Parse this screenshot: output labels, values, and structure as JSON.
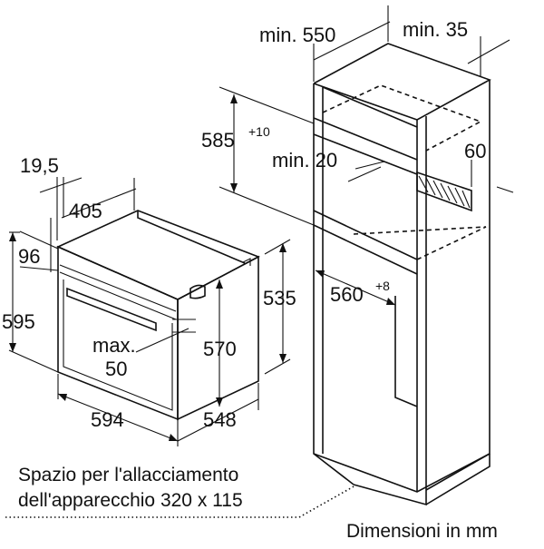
{
  "diagram": {
    "oven_dimensions": {
      "recess_width": "19,5",
      "depth_top": "405",
      "door_offset": "96",
      "total_height": "595",
      "control_gap": "max.",
      "control_gap_value": "50",
      "inner_height": "570",
      "side_height": "535",
      "width": "594",
      "depth": "548"
    },
    "cabinet_dimensions": {
      "min_depth": "min. 550",
      "min_rear": "min. 35",
      "recess_height": "585",
      "recess_height_tol": "+10",
      "min_gap": "min. 20",
      "vent_gap": "60",
      "recess_width": "560",
      "recess_width_tol": "+8"
    },
    "notes": {
      "connection_line1": "Spazio per l'allacciamento",
      "connection_line2": "dell'apparecchio 320 x 115",
      "units": "Dimensioni in mm"
    }
  }
}
